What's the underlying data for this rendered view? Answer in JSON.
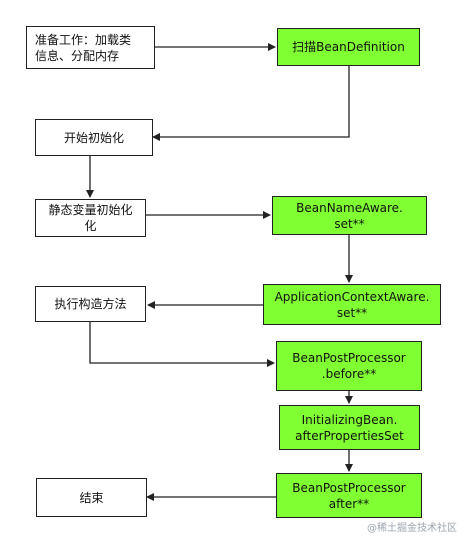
{
  "nodes": {
    "prepare": {
      "line1": "准备工作：加载类",
      "line2": "信息、分配内存"
    },
    "scan": {
      "label": "扫描BeanDefinition"
    },
    "init_start": {
      "label": "开始初始化"
    },
    "static_init": {
      "line1": "静态变量初始化",
      "line2": "化"
    },
    "bean_name_aware": {
      "line1": "BeanNameAware.",
      "line2": "set**"
    },
    "execute_ctor": {
      "label": "执行构造方法"
    },
    "app_ctx_aware": {
      "line1": "ApplicationContextAware.",
      "line2": "set**"
    },
    "bpp_before": {
      "line1": "BeanPostProcessor",
      "line2": ".before**"
    },
    "initializing_bean": {
      "line1": "InitializingBean.",
      "line2": "afterPropertiesSet"
    },
    "bpp_after": {
      "line1": "BeanPostProcessor",
      "line2": "after**"
    },
    "end": {
      "label": "结束"
    }
  },
  "watermark": "@稀土掘金技术社区",
  "colors": {
    "green": "#80ff33",
    "white": "#ffffff",
    "border": "#222222"
  }
}
